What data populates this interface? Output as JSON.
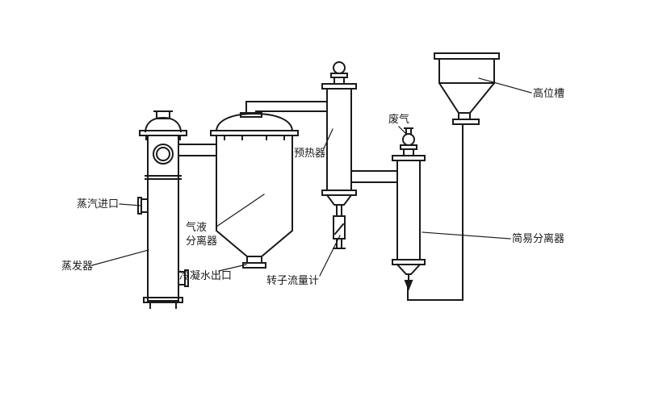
{
  "diagram": {
    "background_color": "#ffffff",
    "line_color": "#1a1a1a",
    "labels": {
      "steam_inlet": "蒸汽进口",
      "evaporator": "蒸发器",
      "gas_liquid_separator": "气液\n分离器",
      "condensate_outlet": "冷凝水出口",
      "rotameter": "转子流量计",
      "preheater": "预热器",
      "waste_gas": "废气",
      "simple_separator": "简易分离器",
      "head_tank": "高位槽"
    }
  }
}
